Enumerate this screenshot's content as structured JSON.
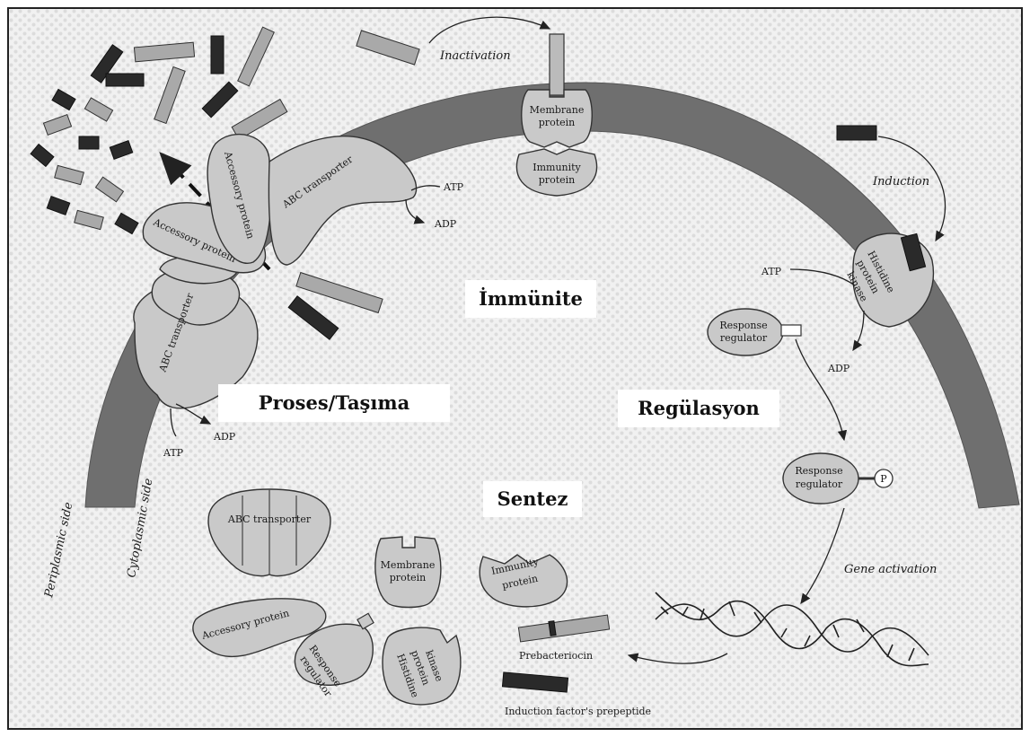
{
  "sections": {
    "immunity": "İmmünite",
    "processing": "Proses/Taşıma",
    "regulation": "Regülasyon",
    "synthesis": "Sentez"
  },
  "labels": {
    "inactivation": "Inactivation",
    "induction": "Induction",
    "gene_activation": "Gene activation",
    "membrane_protein": [
      "Membrane",
      "protein"
    ],
    "immunity_protein": [
      "Immunity",
      "protein"
    ],
    "abc_transporter": "ABC transporter",
    "accessory_protein": "Accessory protein",
    "histidine_kinase": [
      "Histidine",
      "protein",
      "kinase"
    ],
    "response_regulator": [
      "Response",
      "regulator"
    ],
    "phosphate": "P",
    "atp": "ATP",
    "adp": "ADP",
    "periplasmic_side": "Periplasmic side",
    "cytoplasmic_side": "Cytoplasmic side",
    "prebacteriocin": "Prebacteriocin",
    "induction_prepeptide": "Induction factor's prepeptide"
  }
}
